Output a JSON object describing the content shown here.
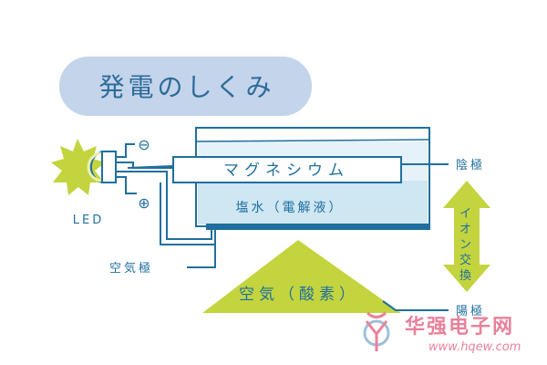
{
  "title": "発電のしくみ",
  "labels": {
    "magnesium": "マグネシウム",
    "electrolyte": "塩水（電解液）",
    "led": "LED",
    "minus": "⊖",
    "plus": "⊕",
    "cathode": "陰極",
    "anode": "陽極",
    "air_electrode": "空気極",
    "air_oxygen": "空気（酸素）",
    "ion_exchange": [
      "イ",
      "オ",
      "ン",
      "交",
      "換"
    ]
  },
  "watermark": {
    "name": "华强电子网",
    "url": "www.hqew.com"
  },
  "colors": {
    "line": "#1f6f9e",
    "text": "#1f6f9e",
    "title_bg": "#c4d4ea",
    "water": "#cfe6f3",
    "water_light": "#e6f2f9",
    "lime": "#c3d43f",
    "led_body": "#d7e36b",
    "electrode": "#1f6f9e",
    "watermark": "#e66c8a"
  }
}
